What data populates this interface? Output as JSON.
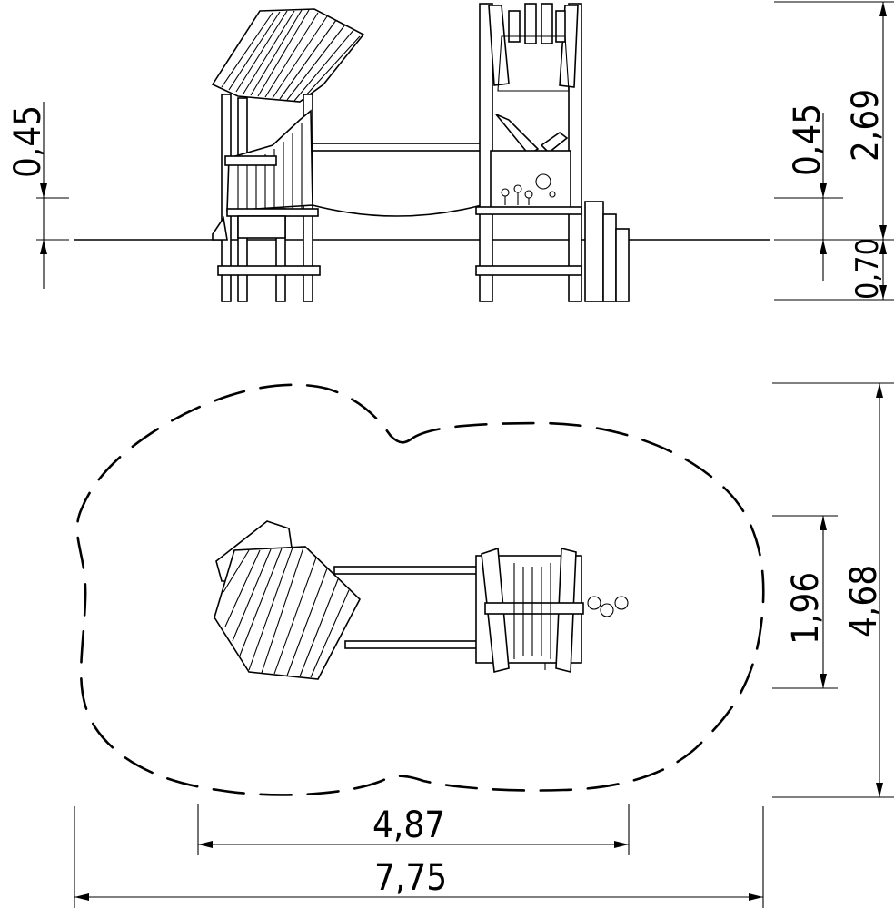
{
  "elevation_view": {
    "dim_left_platform_height": "0,45",
    "dim_right_platform_height": "0,45",
    "dim_total_height": "2,69",
    "dim_foundation_depth": "0,70"
  },
  "plan_view": {
    "dim_equipment_width": "1,96",
    "dim_safety_area_width": "4,68",
    "dim_equipment_length": "4,87",
    "dim_safety_area_length": "7,75"
  }
}
